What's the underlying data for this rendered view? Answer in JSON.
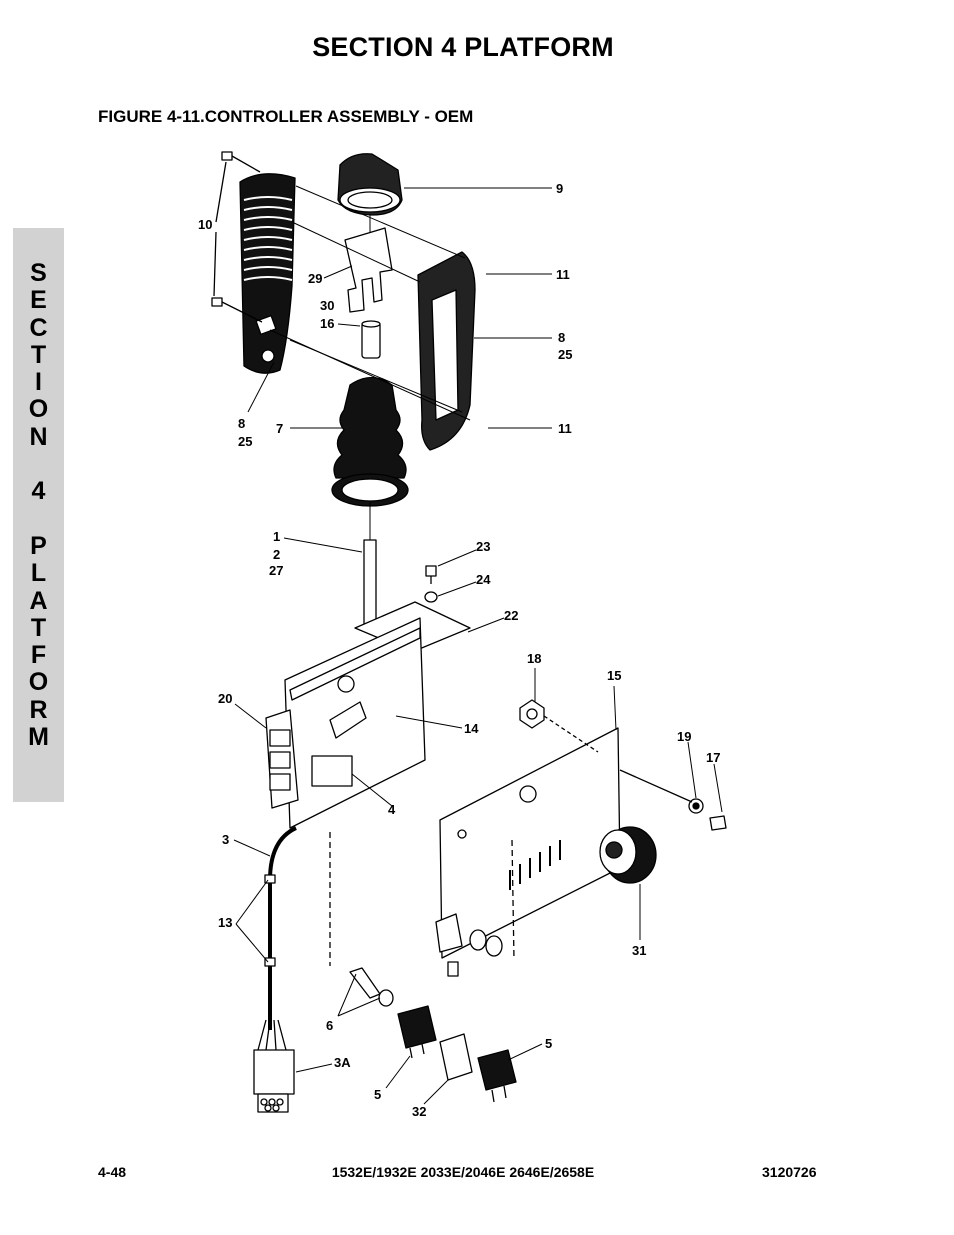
{
  "header": {
    "section_title": "SECTION 4    PLATFORM",
    "figure_title": "FIGURE 4-11.CONTROLLER ASSEMBLY - OEM"
  },
  "side_tab": {
    "letters": [
      "S",
      "E",
      "C",
      "T",
      "I",
      "O",
      "N",
      "",
      "4",
      "",
      "P",
      "L",
      "A",
      "T",
      "F",
      "O",
      "R",
      "M"
    ]
  },
  "callouts": {
    "c9": "9",
    "c10": "10",
    "c29": "29",
    "c11a": "11",
    "c30": "30",
    "c16": "16",
    "c8a": "8",
    "c25a": "25",
    "c8b": "8",
    "c25b": "25",
    "c7": "7",
    "c11b": "11",
    "c1": "1",
    "c2": "2",
    "c27": "27",
    "c23": "23",
    "c24": "24",
    "c22": "22",
    "c18": "18",
    "c15": "15",
    "c20": "20",
    "c14": "14",
    "c19": "19",
    "c17": "17",
    "c4": "4",
    "c3": "3",
    "c31": "31",
    "c13": "13",
    "c6": "6",
    "c5a": "5",
    "c3a": "3A",
    "c5b": "5",
    "c32": "32"
  },
  "footer": {
    "page_number": "4-48",
    "models": "1532E/1932E 2033E/2046E 2646E/2658E",
    "doc_number": "3120726"
  }
}
